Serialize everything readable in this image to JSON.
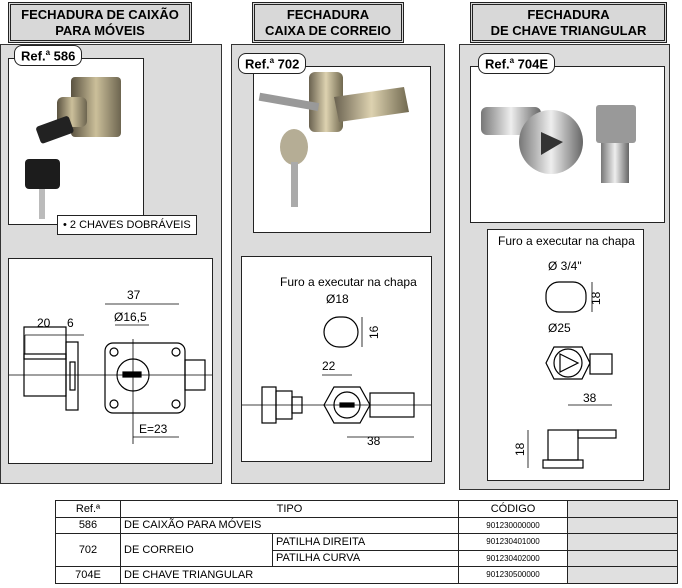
{
  "products": [
    {
      "title_line1": "FECHADURA DE CAIXÃO",
      "title_line2": "PARA MÓVEIS",
      "ref_label": "Ref.",
      "ref_sup": "a",
      "ref_code": "586",
      "note": "• 2 CHAVES DOBRÁVEIS",
      "dims": {
        "d1": "20",
        "d2": "6",
        "d3": "37",
        "d4": "Ø16,5",
        "d5": "E=23"
      }
    },
    {
      "title_line1": "FECHADURA",
      "title_line2": "CAIXA DE CORREIO",
      "ref_label": "Ref.",
      "ref_sup": "a",
      "ref_code": "702",
      "diagram_caption": "Furo a executar na chapa",
      "dims": {
        "d1": "Ø18",
        "d2": "16",
        "d3": "22",
        "d4": "38"
      }
    },
    {
      "title_line1": "FECHADURA",
      "title_line2": "DE CHAVE TRIANGULAR",
      "ref_label": "Ref.",
      "ref_sup": "a",
      "ref_code": "704E",
      "diagram_caption": "Furo a executar na chapa",
      "dims": {
        "d1": "Ø 3/4\"",
        "d2": "18",
        "d3": "Ø25",
        "d4": "38",
        "d5": "18"
      }
    }
  ],
  "table": {
    "headers": {
      "ref": "Ref.ª",
      "tipo": "TIPO",
      "codigo": "CÓDIGO"
    },
    "rows": [
      {
        "ref": "586",
        "tipo": "DE CAIXÃO PARA MÓVEIS",
        "codigo": "901230000000"
      },
      {
        "ref": "702",
        "tipo": "DE CORREIO",
        "sub1": "PATILHA DIREITA",
        "codigo1": "901230401000",
        "sub2": "PATILHA CURVA",
        "codigo2": "901230402000"
      },
      {
        "ref": "704E",
        "tipo": "DE CHAVE TRIANGULAR",
        "codigo": "901230500000"
      }
    ]
  }
}
